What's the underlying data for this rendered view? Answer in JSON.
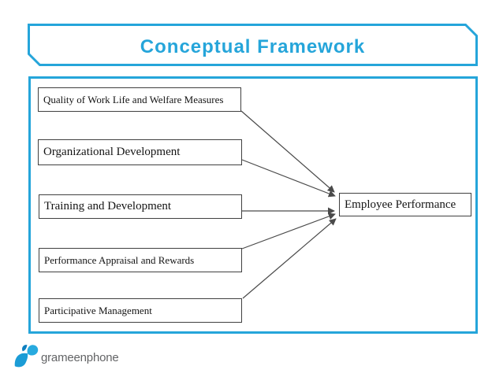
{
  "slide": {
    "title": "Conceptual Framework"
  },
  "diagram": {
    "factors": [
      {
        "label": "Quality of Work Life and Welfare Measures"
      },
      {
        "label": "Organizational Development"
      },
      {
        "label": "Training and Development"
      },
      {
        "label": "Performance Appraisal and Rewards"
      },
      {
        "label": "Participative Management"
      }
    ],
    "outcome": {
      "label": "Employee Performance"
    }
  },
  "footer": {
    "logo_text": "grameenphone",
    "logo_icon": "grameenphone-swoosh-icon"
  },
  "colors": {
    "accent_cyan": "#25a5da",
    "box_border": "#404040",
    "arrow_color": "#4a4a4a",
    "logo_gray": "#636466",
    "logo_cyan": "#27aadf",
    "logo_deep_blue": "#0f7fbf"
  }
}
